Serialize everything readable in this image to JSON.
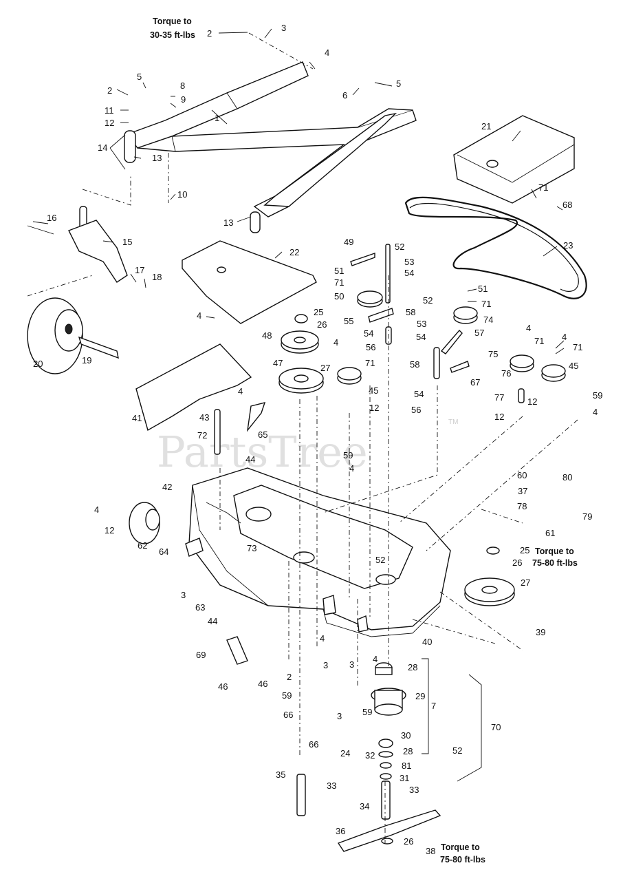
{
  "watermark": "PartsTree",
  "trademark": "TM",
  "notes": {
    "top": [
      "Torque to",
      "30-35 ft-lbs"
    ],
    "right": [
      "Torque to",
      "75-80 ft-lbs"
    ],
    "bottom": [
      "Torque to",
      "75-80 ft-lbs"
    ]
  },
  "callouts": {
    "c2a": "2",
    "c3a": "3",
    "c4a": "4",
    "c5a": "5",
    "c2b": "2",
    "c8": "8",
    "c9": "9",
    "c6": "6",
    "c5b": "5",
    "c11": "11",
    "c1": "1",
    "c12a": "12",
    "c14": "14",
    "c13a": "13",
    "c10": "10",
    "c13b": "13",
    "c16": "16",
    "c15": "15",
    "c17": "17",
    "c18": "18",
    "c20": "20",
    "c19": "19",
    "c22": "22",
    "c4b": "4",
    "c21": "21",
    "c71a": "71",
    "c68": "68",
    "c23": "23",
    "c49": "49",
    "c52a": "52",
    "c53a": "53",
    "c51a": "51",
    "c54a": "54",
    "c71b": "71",
    "c50a": "50",
    "c58a": "58",
    "c55": "55",
    "c54b": "54",
    "c56a": "56",
    "c52b": "52",
    "c51b": "51",
    "c71c": "71",
    "c53b": "53",
    "c74": "74",
    "c54c": "54",
    "c57": "57",
    "c58b": "58",
    "c67": "67",
    "c25a": "25",
    "c26a": "26",
    "c48": "48",
    "c4c": "4",
    "c71d": "71",
    "c47": "47",
    "c27a": "27",
    "c45a": "45",
    "c12b": "12",
    "c4d": "4",
    "c71e": "71",
    "c4e": "4",
    "c71f": "71",
    "c75": "75",
    "c45b": "45",
    "c76": "76",
    "c54d": "54",
    "c56b": "56",
    "c77": "77",
    "c12c": "12",
    "c12d": "12",
    "c59a": "59",
    "c4f": "4",
    "c41": "41",
    "c43": "43",
    "c4g": "4",
    "c72": "72",
    "c65": "65",
    "c44a": "44",
    "c59b": "59",
    "c4h": "4",
    "c60": "60",
    "c80": "80",
    "c37": "37",
    "c78": "78",
    "c79": "79",
    "c61": "61",
    "c42": "42",
    "c4i": "4",
    "c12e": "12",
    "c62": "62",
    "c64": "64",
    "c73": "73",
    "c25b": "25",
    "c26b": "26",
    "c27b": "27",
    "c52c": "52",
    "c3b": "3",
    "c63": "63",
    "c40": "40",
    "c39": "39",
    "c44b": "44",
    "c69": "69",
    "c46a": "46",
    "c46b": "46",
    "c4j": "4",
    "c2c": "2",
    "c3c": "3",
    "c3d": "3",
    "c4k": "4",
    "c28a": "28",
    "c59c": "59",
    "c29": "29",
    "c7": "7",
    "c66a": "66",
    "c59d": "59",
    "c70": "70",
    "c3e": "3",
    "c30": "30",
    "c66b": "66",
    "c24": "24",
    "c28b": "28",
    "c52d": "52",
    "c32": "32",
    "c81": "81",
    "c31": "31",
    "c35": "35",
    "c33a": "33",
    "c33b": "33",
    "c34": "34",
    "c36": "36",
    "c26c": "26",
    "c38": "38"
  }
}
